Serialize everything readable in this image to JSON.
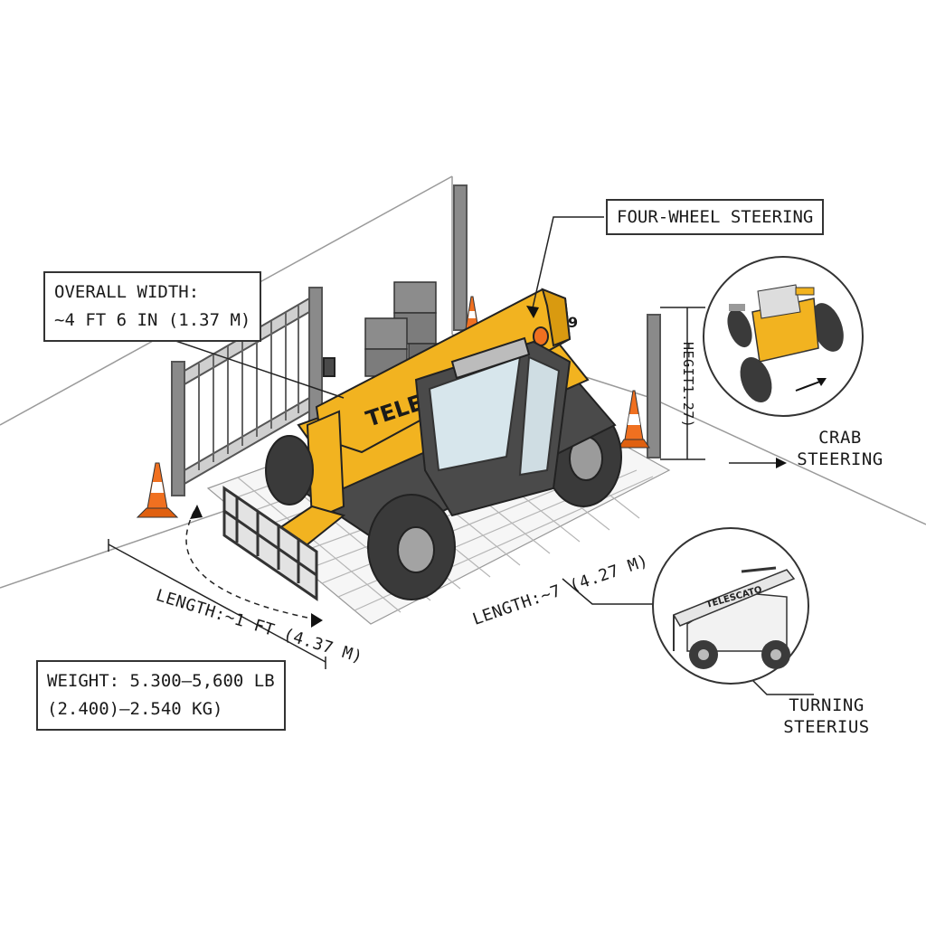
{
  "labels": {
    "four_wheel_steering": "FOUR-WHEEL STEERING",
    "overall_width_line1": "OVERALL WIDTH:",
    "overall_width_line2": "~4 FT 6 IN (1.37 M)",
    "weight_line1": "WEIGHT: 5.300–5,600 LB",
    "weight_line2": "(2.400)–2.540 KG)",
    "length_left": "LENGTH:~1 FT (4.37 M)",
    "length_right": "LENGTH:~7 (4.27 M)",
    "height": "HEGIT1.27)",
    "crab_steering_line1": "CRAB",
    "crab_steering_line2": "STEERING",
    "turning_line1": "TURNING",
    "turning_line2": "STEERIUS"
  },
  "machine_text": {
    "boom_brand": "TELESC",
    "boom_number": "9",
    "inset_brand": "TELESCATO"
  },
  "colors": {
    "body_yellow": "#f2b320",
    "dark_gray": "#4a4a4a",
    "cone_orange": "#f07020",
    "line": "#333333"
  }
}
